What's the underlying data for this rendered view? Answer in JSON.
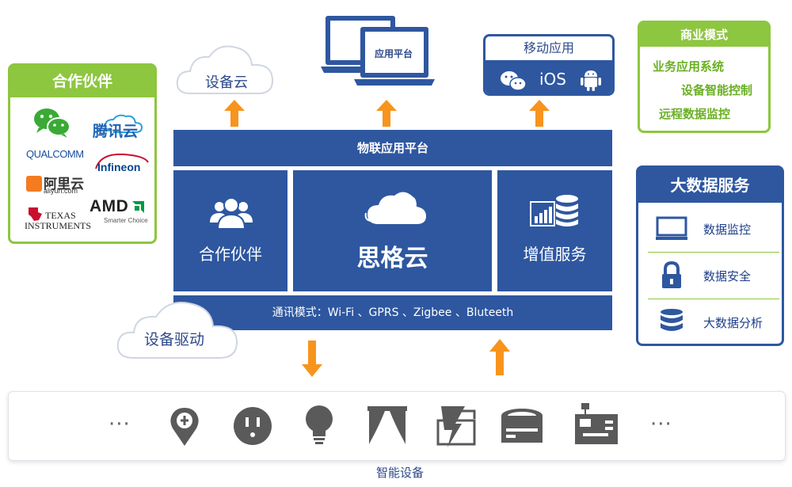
{
  "partners": {
    "title": "合作伙伴",
    "logos": {
      "tencent": "腾讯云",
      "qualcomm": "QUALCOMM",
      "infineon": "Infineon",
      "aliyun_cn": "阿里云",
      "aliyun_en": "aliyun.com",
      "ti_line1": "TEXAS",
      "ti_line2": "INSTRUMENTS",
      "amd": "AMD",
      "amd_sub": "Smarter Choice"
    }
  },
  "clouds": {
    "device_cloud": "设备云",
    "device_driver": "设备驱动"
  },
  "app_platform": {
    "label": "应用平台"
  },
  "mobile_app": {
    "title": "移动应用",
    "ios": "iOS"
  },
  "business": {
    "title": "商业模式",
    "items": [
      "业务应用系统",
      "设备智能控制",
      "远程数据监控"
    ]
  },
  "platform": {
    "top_label": "物联应用平台",
    "left_label": "合作伙伴",
    "center_label": "思格云",
    "right_label": "增值服务",
    "bottom_label": "通讯模式：Wi-Fi 、GPRS 、Zigbee 、Bluteeth"
  },
  "big_data": {
    "title": "大数据服务",
    "items": [
      "数据监控",
      "数据安全",
      "大数据分析"
    ]
  },
  "devices": {
    "ellipsis_left": "···",
    "ellipsis_right": "···",
    "caption": "智能设备"
  },
  "colors": {
    "blue": "#2e57a0",
    "green": "#8dc63f",
    "orange": "#f7941d",
    "gray_icon": "#5a5a5a"
  }
}
